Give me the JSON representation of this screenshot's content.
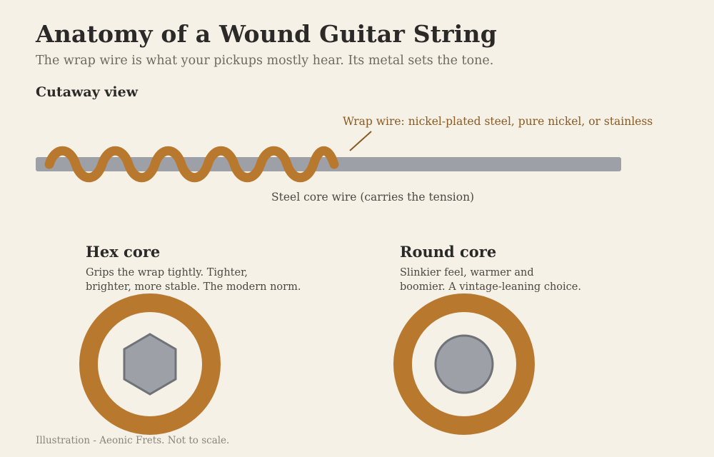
{
  "header": {
    "title": "Anatomy of a Wound Guitar String",
    "subtitle": "The wrap wire is what your pickups mostly hear. Its metal sets the tone."
  },
  "cutaway": {
    "section_label": "Cutaway view",
    "wrap_label": "Wrap wire: nickel-plated steel, pure nickel, or stainless",
    "core_label": "Steel core wire (carries the tension)"
  },
  "hex_core": {
    "title": "Hex core",
    "line1": "Grips the wrap tightly. Tighter,",
    "line2": "brighter, more stable. The modern norm."
  },
  "round_core": {
    "title": "Round core",
    "line1": "Slinkier feel, warmer and",
    "line2": "boomier. A vintage-leaning choice."
  },
  "footer": "Illustration - Aeonic Frets. Not to scale.",
  "colors": {
    "background": "#f6f1e7",
    "wrap": "#b8782e",
    "core": "#9da0a6",
    "core_stroke": "#6f7378",
    "leader": "#8a5a22"
  }
}
